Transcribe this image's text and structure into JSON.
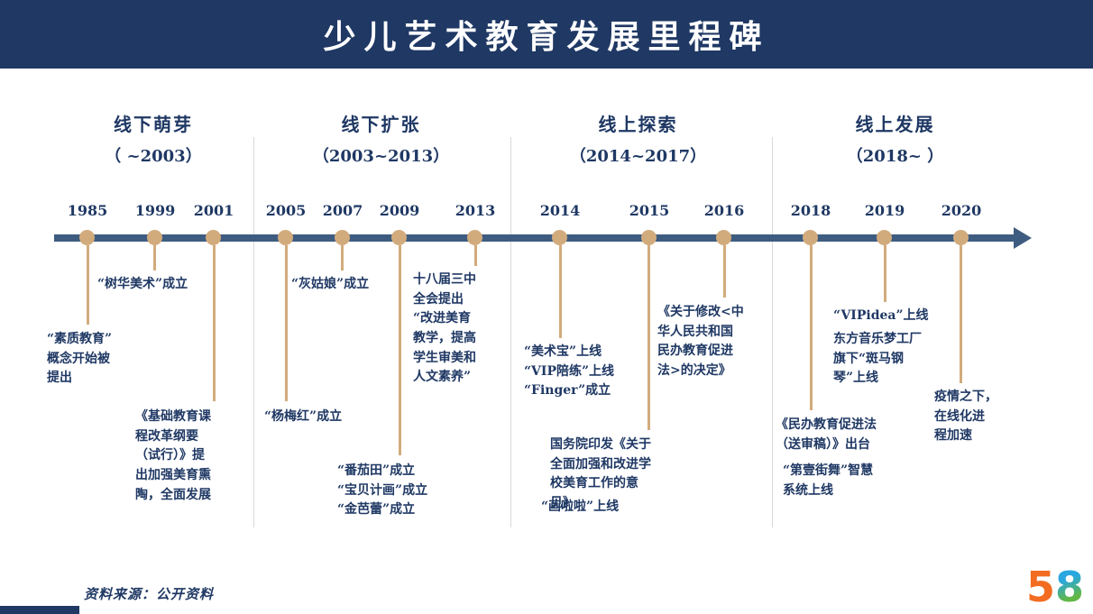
{
  "header": {
    "title": "少儿艺术教育发展里程碑"
  },
  "phases": [
    {
      "name": "线下萌芽",
      "range": "（ ~2003）"
    },
    {
      "name": "线下扩张",
      "range": "（2003~2013）"
    },
    {
      "name": "线上探索",
      "range": "（2014~2017）"
    },
    {
      "name": "线上发展",
      "range": "（2018~ ）"
    }
  ],
  "milestones": [
    {
      "year": "1985",
      "events": [
        "“素质教育”\n概念开始被\n提出"
      ]
    },
    {
      "year": "1999",
      "events": [
        "“树华美术”成立"
      ]
    },
    {
      "year": "2001",
      "events": [
        "《基础教育课\n程改革纲要\n（试行）》提\n出加强美育熏\n陶，全面发展"
      ]
    },
    {
      "year": "2005",
      "events": [
        "“杨梅红”成立"
      ]
    },
    {
      "year": "2007",
      "events": [
        "“灰姑娘”成立"
      ]
    },
    {
      "year": "2009",
      "events": [
        "“番茄田”成立\n“宝贝计画”成立\n“金芭蕾”成立"
      ]
    },
    {
      "year": "2013",
      "events": [
        "十八届三中\n全会提出\n“改进美育\n教学，提高\n学生审美和\n人文素养”"
      ]
    },
    {
      "year": "2014",
      "events": [
        "“美术宝”上线\n“VIP陪练”上线\n“Finger”成立"
      ]
    },
    {
      "year": "2015",
      "events": [
        "国务院印发《关于\n全面加强和改进学\n校美育工作的意\n见》",
        "“画啦啦”上线"
      ]
    },
    {
      "year": "2016",
      "events": [
        "《关于修改<中\n华人民共和国\n民办教育促进\n法>的决定》"
      ]
    },
    {
      "year": "2018",
      "events": [
        "《民办教育促进法\n（送审稿）》出台",
        "“第壹街舞”智慧\n系统上线"
      ]
    },
    {
      "year": "2019",
      "events": [
        "“VIPidea”上线",
        "东方音乐梦工厂\n旗下“斑马钢\n琴”上线"
      ]
    },
    {
      "year": "2020",
      "events": [
        "疫情之下，\n在线化进\n程加速"
      ]
    }
  ],
  "footer": {
    "source": "资料来源：公开资料"
  },
  "logo": {
    "five": "5",
    "eight": "8"
  },
  "colors": {
    "navy": "#1F3864",
    "timeline": "#3E5C80",
    "dot": "#D2AB7D"
  }
}
